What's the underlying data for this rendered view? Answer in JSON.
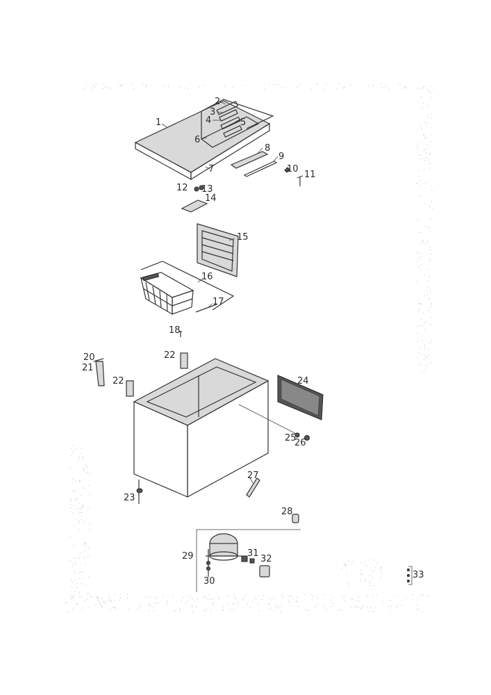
{
  "diagram": {
    "callouts": [
      "1",
      "2",
      "3",
      "4",
      "5",
      "6",
      "7",
      "8",
      "9",
      "10",
      "11",
      "12",
      "13",
      "14",
      "15",
      "16",
      "17",
      "18",
      "20",
      "21",
      "22",
      "22",
      "24",
      "25",
      "26",
      "23",
      "27",
      "28",
      "29",
      "30",
      "31",
      "32",
      "33"
    ],
    "colors": {
      "line": "#333333",
      "fill": "#d9d9d9",
      "dark": "#555555",
      "text": "#2a2a2a",
      "speckle": "#b8b8b8"
    }
  }
}
